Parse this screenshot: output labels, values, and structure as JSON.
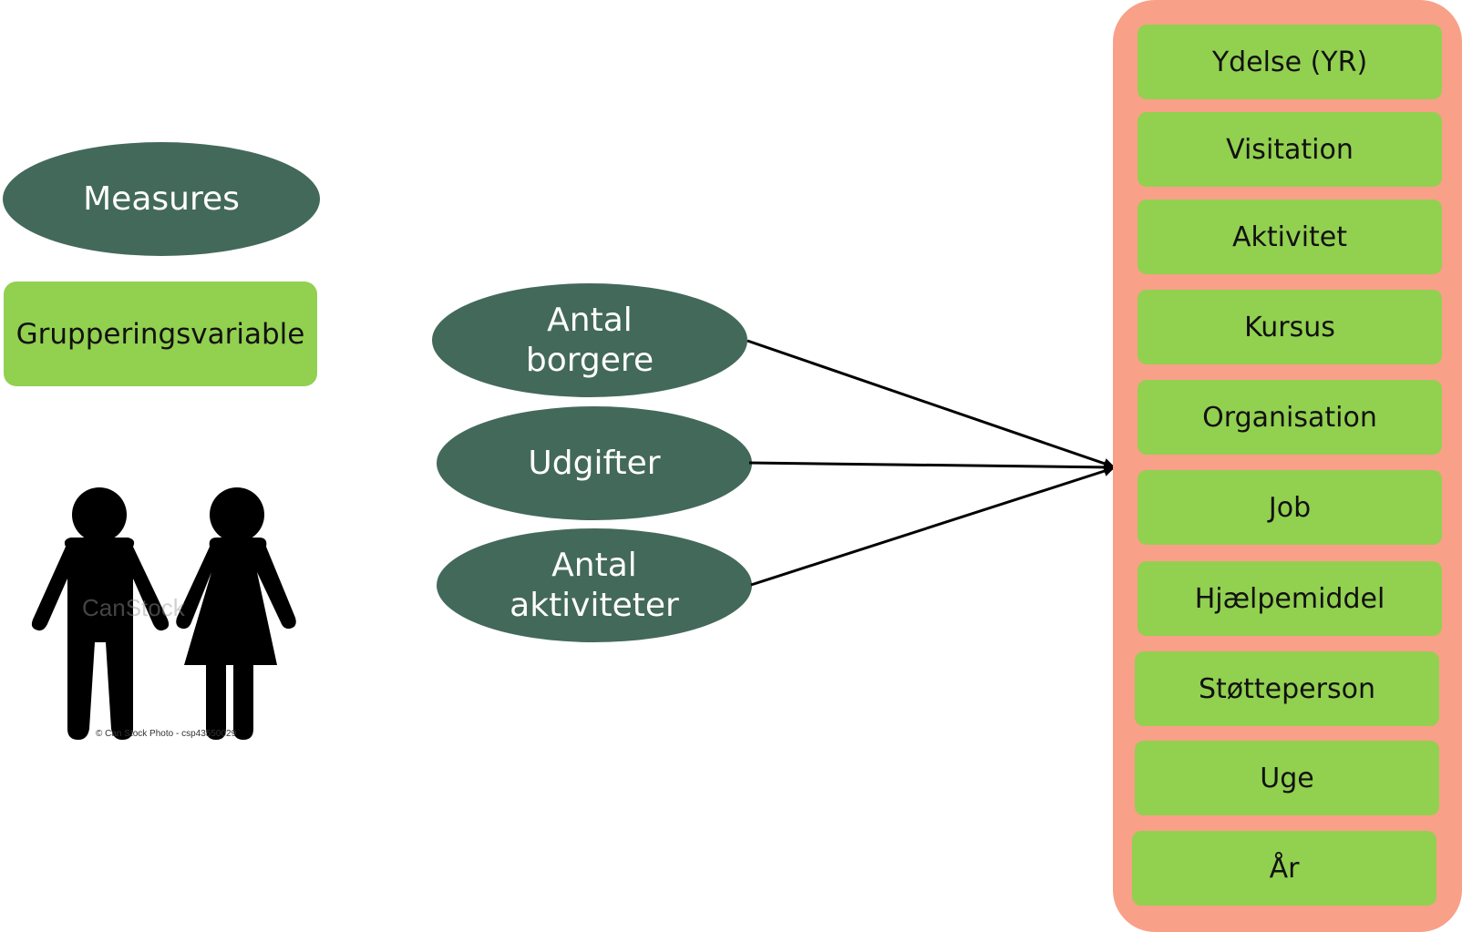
{
  "legend": {
    "measures_label": "Measures",
    "grouping_label": "Grupperingsvariable"
  },
  "measures": [
    {
      "line1": "Antal",
      "line2": "borgere"
    },
    {
      "line1": "Udgifter",
      "line2": ""
    },
    {
      "line1": "Antal",
      "line2": "aktiviteter"
    }
  ],
  "grouping_variables": [
    "Ydelse (YR)",
    "Visitation",
    "Aktivitet",
    "Kursus",
    "Organisation",
    "Job",
    "Hjælpemiddel",
    "Støtteperson",
    "Uge",
    "År"
  ],
  "image": {
    "watermark": "CanStock",
    "credit": "© Can Stock Photo - csp43550029"
  },
  "colors": {
    "measure_fill": "#43695b",
    "grouping_fill": "#92d050",
    "panel_fill": "#f9a088"
  }
}
